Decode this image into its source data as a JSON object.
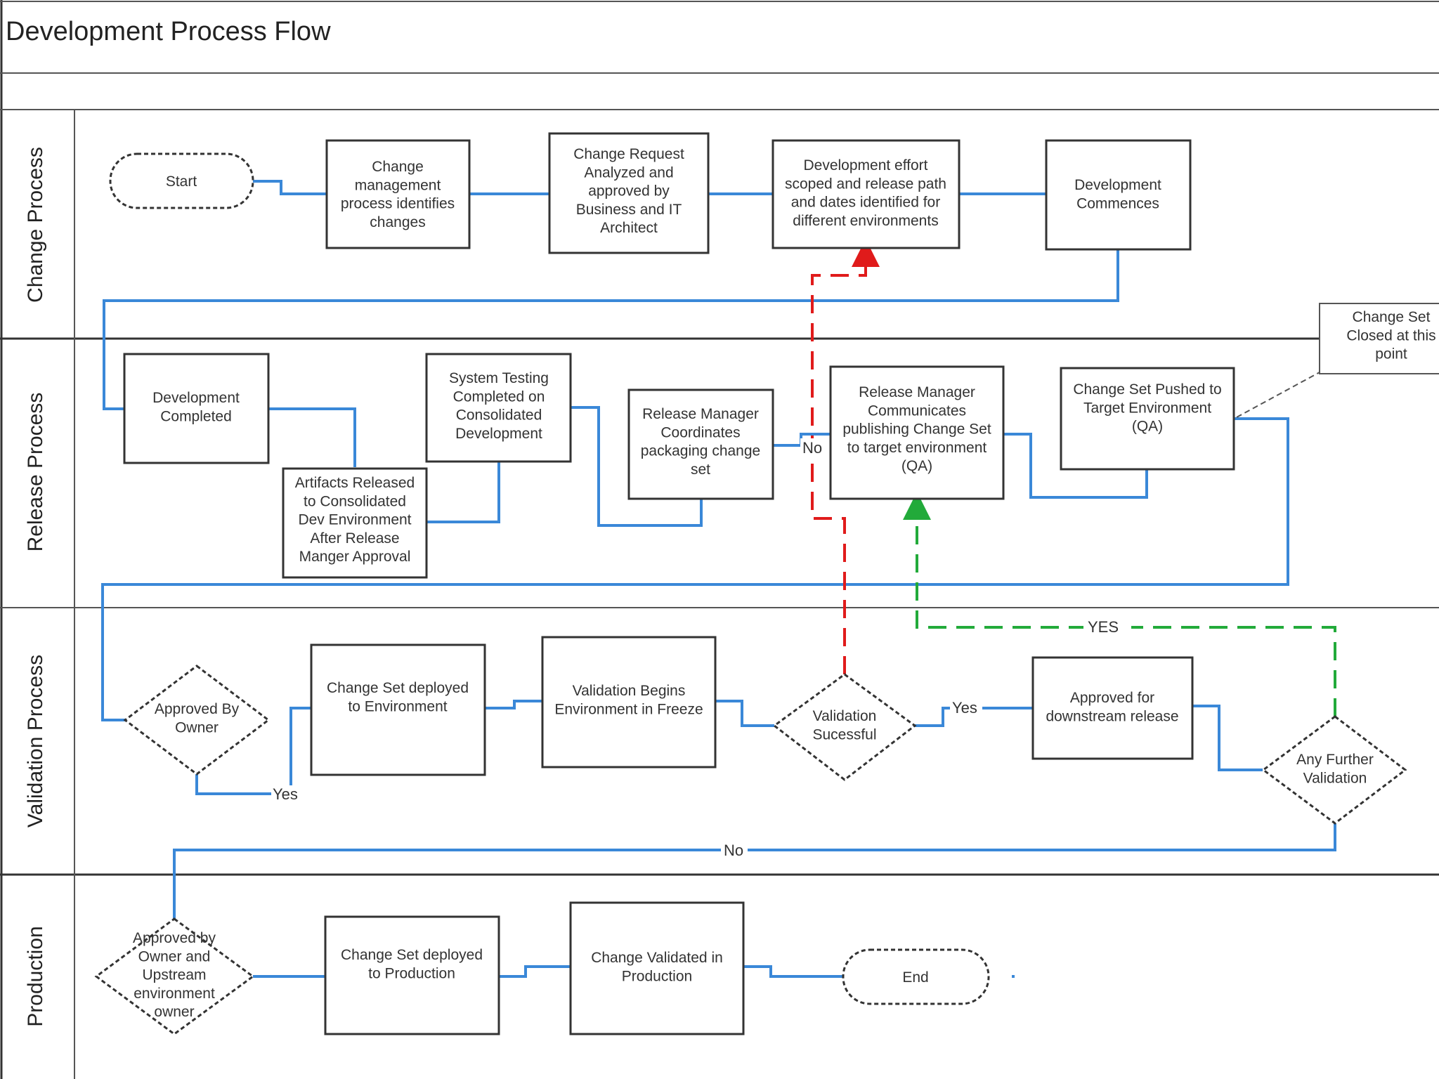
{
  "title": "Development Process Flow",
  "lanes": [
    "Change Process",
    "Release Process",
    "Validation Process",
    "Production"
  ],
  "nodes": {
    "start": "Start",
    "cm_identifies": "Change\nmanagement\nprocess identifies\nchanges",
    "cr_analyzed": "Change Request\nAnalyzed and\napproved by\nBusiness and IT\nArchitect",
    "dev_effort": "Development effort\nscoped and release path\nand dates identified for\ndifferent environments",
    "dev_commences": "Development\nCommences",
    "dev_completed": "Development\nCompleted",
    "artifacts_released": "Artifacts Released\nto Consolidated\nDev Environment\nAfter Release\nManger Approval",
    "system_testing": "System Testing\nCompleted on\nConsolidated\nDevelopment",
    "rm_coordinates": "Release Manager\nCoordinates\npackaging change\nset",
    "rm_communicates": "Release Manager\nCommunicates\npublishing Change Set\nto target environment\n(QA)",
    "cs_pushed": "Change Set Pushed to\nTarget Environment\n(QA)",
    "cs_closed_note": "Change Set\nClosed at this\npoint",
    "approved_by_owner": "Approved By\nOwner",
    "cs_deployed_env": "Change Set deployed\nto Environment",
    "validation_begins": "Validation Begins\nEnvironment in Freeze",
    "validation_success": "Validation\nSucessful",
    "approved_downstream": "Approved for\ndownstream release",
    "any_further": "Any Further\nValidation",
    "approved_upstream": "Approved by\nOwner and\nUpstream\nenvironment\nowner",
    "cs_deployed_prod": "Change Set deployed\nto Production",
    "change_validated_prod": "Change Validated in\nProduction",
    "end": "End"
  },
  "edge_labels": {
    "yes_owner": "Yes",
    "yes_validation": "Yes",
    "no_validation": "No",
    "yes_further": "YES",
    "no_further": "No"
  },
  "colors": {
    "connector": "#3a88d8",
    "rework": "#e01b1b",
    "further_validation": "#22aa3a",
    "lane_border": "#333333"
  }
}
